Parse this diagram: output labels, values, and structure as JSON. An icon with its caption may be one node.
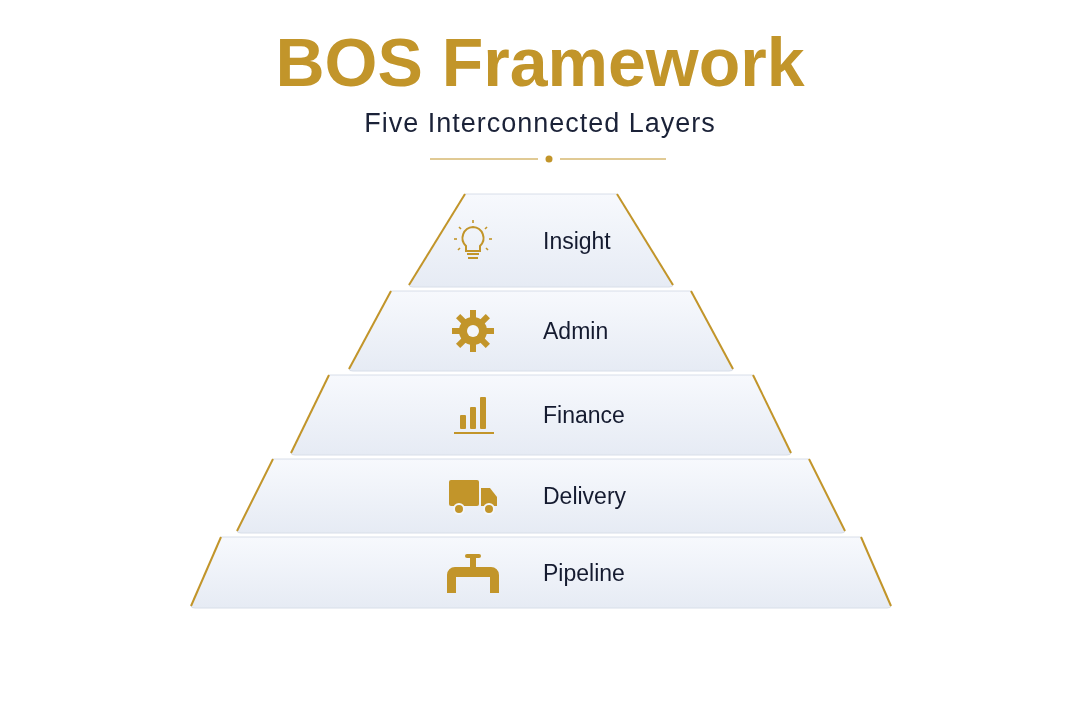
{
  "diagram": {
    "title": "BOS Framework",
    "nodes": [
      {
        "text": [
          "Insight"
        ]
      },
      {
        "text": [
          "Admin"
        ]
      },
      {
        "text": [
          "Finance"
        ]
      },
      {
        "text": [
          "Delivery"
        ]
      },
      {
        "text": [
          "Pipeline"
        ]
      }
    ],
    "labels": [
      "Five Interconnected Layers"
    ]
  }
}
